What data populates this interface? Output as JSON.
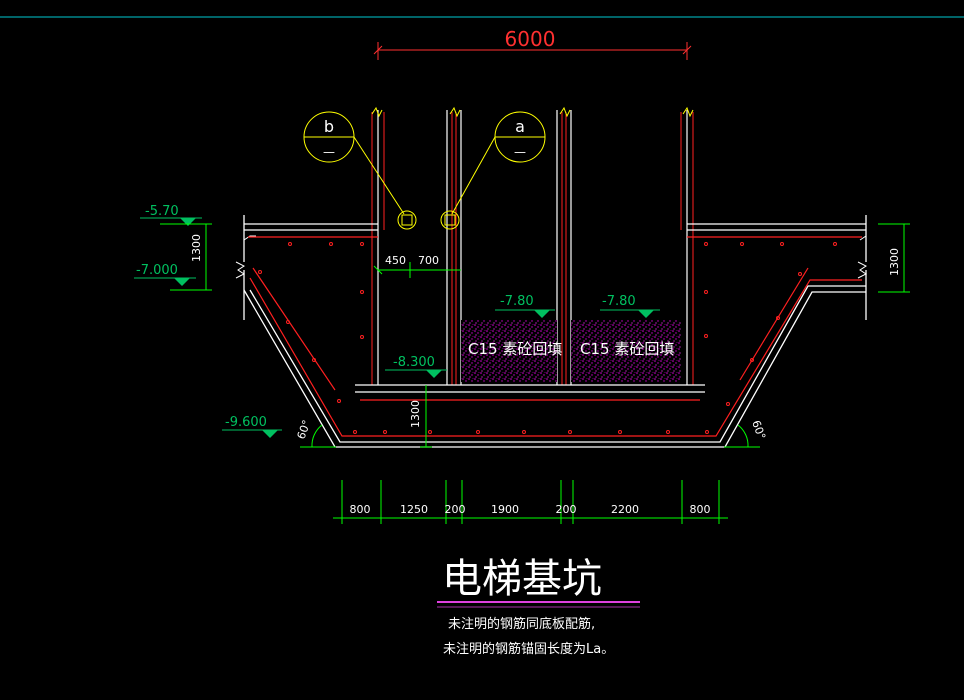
{
  "colors": {
    "background": "#000000",
    "top_rule": "#00c8d0",
    "dimension": "#00ff00",
    "concrete": "#ffffff",
    "rebar": "#ff2020",
    "level_mark": "#00c060",
    "callout": "#ffff00",
    "fill": "#d000d0",
    "title": "#ffffff",
    "title_underline": "#e040e0"
  },
  "dimensions": {
    "overall_width": "6000",
    "bottom_chain": [
      "800",
      "1250",
      "200",
      "1900",
      "200",
      "2200",
      "800"
    ],
    "wall_left": "450",
    "wall_right": "700",
    "left_step_height": "1300",
    "right_step_height": "1300",
    "slab_thickness": "1300"
  },
  "levels": {
    "top_left": "-5.70",
    "step_left": "-7.000",
    "fill_left": "-7.80",
    "fill_right": "-7.80",
    "pit_inner": "-8.300",
    "pit_bottom": "-9.600"
  },
  "angles": {
    "left": "60°",
    "right": "60°"
  },
  "callouts": {
    "b": {
      "letter": "b",
      "sub": "—"
    },
    "a": {
      "letter": "a",
      "sub": "—"
    }
  },
  "fill_labels": {
    "left": "C15 素砼回填",
    "right": "C15 素砼回填"
  },
  "title": "电梯基坑",
  "notes": [
    "未注明的钢筋同底板配筋,",
    "未注明的钢筋锚固长度为La。"
  ]
}
